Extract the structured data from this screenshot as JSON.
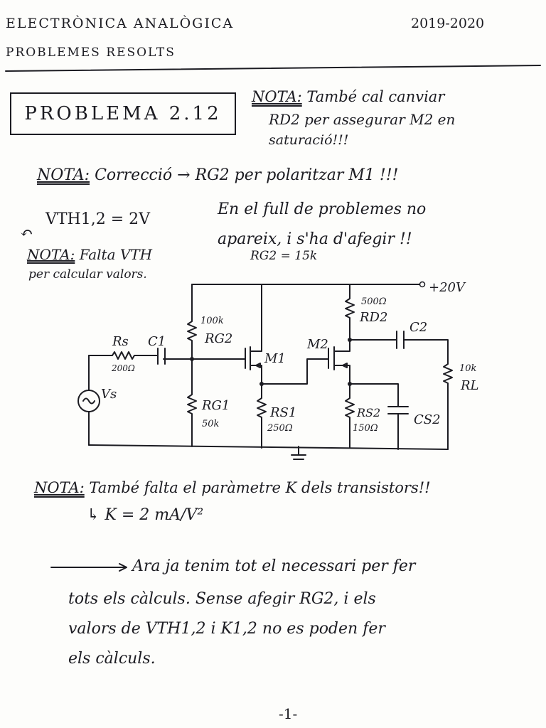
{
  "header": {
    "course": "ELECTRÒNICA ANALÒGICA",
    "subtitle": "PROBLEMES RESOLTS",
    "year": "2019-2020"
  },
  "problem_title": "PROBLEMA 2.12",
  "note1": {
    "label": "NOTA:",
    "line1": "També cal canviar",
    "line2": "RD2 per assegurar M2 en",
    "line3": "saturació!!!"
  },
  "note2": {
    "label": "NOTA:",
    "line1": "Correcció → RG2 per polaritzar M1 !!!",
    "line2": "En el full de problemes no",
    "line3": "apareix, i s'ha d'afegir !!",
    "line4": "RG2 = 15k"
  },
  "vth": {
    "value": "VTH1,2 = 2V",
    "label": "NOTA:",
    "line1": "Falta VTH",
    "line2": "per calcular valors."
  },
  "circuit": {
    "supply": "+20V",
    "rs": "Rs",
    "rs_val": "200Ω",
    "c1": "C1",
    "rg2_val": "100k",
    "rg2": "RG2",
    "rg1": "RG1",
    "rg1_val": "50k",
    "m1": "M1",
    "m2": "M2",
    "rs1": "RS1",
    "rs1_val": "250Ω",
    "rd2_val": "500Ω",
    "rd2": "RD2",
    "c2": "C2",
    "rl_val": "10k",
    "rl": "RL",
    "rs2": "RS2",
    "rs2_val": "150Ω",
    "cs2": "CS2",
    "vs": "Vs"
  },
  "note3": {
    "label": "NOTA:",
    "line1": "També falta el paràmetre K dels transistors!!",
    "line2": "↳ K = 2 mA/V²"
  },
  "conclusion": {
    "line1": "Ara ja tenim tot el necessari per fer",
    "line2": "tots els càlculs. Sense afegir RG2, i els",
    "line3": "valors de VTH1,2 i K1,2 no es poden fer",
    "line4": "els càlculs."
  },
  "page_number": "-1-",
  "colors": {
    "ink": "#1c1c22",
    "paper": "#fdfdfb"
  }
}
